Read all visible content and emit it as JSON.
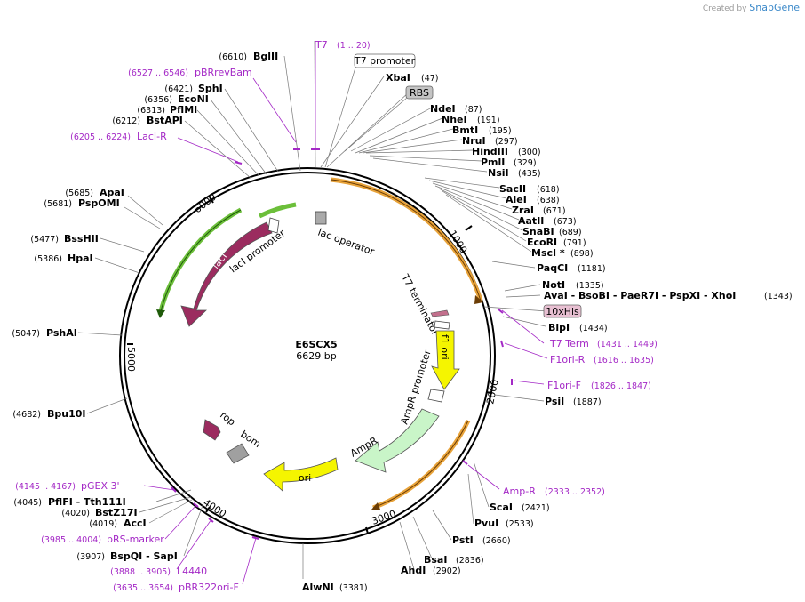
{
  "branding": {
    "created_by": "Created by",
    "product": "SnapGene"
  },
  "plasmid": {
    "name": "E6SCX5",
    "length_label": "6629 bp"
  },
  "ruler": [
    "1000",
    "2000",
    "3000",
    "4000",
    "5000",
    "6000"
  ],
  "features": [
    {
      "label": "lacI",
      "kind": "cds",
      "color": "#9b2c5f"
    },
    {
      "label": "lacI promoter",
      "kind": "promoter"
    },
    {
      "label": "lac operator",
      "kind": "operator"
    },
    {
      "label": "T7 terminator",
      "kind": "terminator"
    },
    {
      "label": "f1 ori",
      "kind": "origin",
      "color": "#f5f500"
    },
    {
      "label": "AmpR promoter",
      "kind": "promoter"
    },
    {
      "label": "AmpR",
      "kind": "cds",
      "color": "#c9f5c8"
    },
    {
      "label": "ori",
      "kind": "origin",
      "color": "#f5f500"
    },
    {
      "label": "rop",
      "kind": "cds",
      "color": "#9b2c5f"
    },
    {
      "label": "bom",
      "kind": "misc",
      "color": "#a0a0a0"
    }
  ],
  "boxed_labels": {
    "t7_promoter": "T7 promoter",
    "rbs": "RBS",
    "his_tag": "10xHis"
  },
  "sites_left": [
    {
      "name": "BglII",
      "pos": "(6610)"
    },
    {
      "name": "SphI",
      "pos": "(6421)"
    },
    {
      "name": "EcoNI",
      "pos": "(6356)"
    },
    {
      "name": "PflMI",
      "pos": "(6313)"
    },
    {
      "name": "BstAPI",
      "pos": "(6212)"
    },
    {
      "name": "ApaI",
      "pos": "(5685)"
    },
    {
      "name": "PspOMI",
      "pos": "(5681)"
    },
    {
      "name": "BssHII",
      "pos": "(5477)"
    },
    {
      "name": "HpaI",
      "pos": "(5386)"
    },
    {
      "name": "PshAI",
      "pos": "(5047)"
    },
    {
      "name": "Bpu10I",
      "pos": "(4682)"
    },
    {
      "name": "PflFI  - Tth111I",
      "pos": "(4045)"
    },
    {
      "name": "BstZ17I",
      "pos": "(4020)"
    },
    {
      "name": "AccI",
      "pos": "(4019)"
    },
    {
      "name": "BspQI  - SapI",
      "pos": "(3907)"
    }
  ],
  "sites_right": [
    {
      "name": "XbaI",
      "pos": "(47)"
    },
    {
      "name": "NdeI",
      "pos": "(87)"
    },
    {
      "name": "NheI",
      "pos": "(191)"
    },
    {
      "name": "BmtI",
      "pos": "(195)"
    },
    {
      "name": "NruI",
      "pos": "(297)"
    },
    {
      "name": "HindIII",
      "pos": "(300)"
    },
    {
      "name": "PmlI",
      "pos": "(329)"
    },
    {
      "name": "NsiI",
      "pos": "(435)"
    },
    {
      "name": "SacII",
      "pos": "(618)"
    },
    {
      "name": "AleI",
      "pos": "(638)"
    },
    {
      "name": "ZraI",
      "pos": "(671)"
    },
    {
      "name": "AatII",
      "pos": "(673)"
    },
    {
      "name": "SnaBI",
      "pos": "(689)"
    },
    {
      "name": "EcoRI",
      "pos": "(791)"
    },
    {
      "name": "MscI *",
      "pos": "(898)"
    },
    {
      "name": "PaqCI",
      "pos": "(1181)"
    },
    {
      "name": "NotI",
      "pos": "(1335)"
    },
    {
      "name": "AvaI  - BsoBI  - PaeR7I  - PspXI  - XhoI",
      "pos": "(1343)"
    },
    {
      "name": "BlpI",
      "pos": "(1434)"
    },
    {
      "name": "PsiI",
      "pos": "(1887)"
    },
    {
      "name": "ScaI",
      "pos": "(2421)"
    },
    {
      "name": "PvuI",
      "pos": "(2533)"
    },
    {
      "name": "PstI",
      "pos": "(2660)"
    },
    {
      "name": "BsaI",
      "pos": "(2836)"
    },
    {
      "name": "AhdI",
      "pos": "(2902)"
    },
    {
      "name": "AlwNI",
      "pos": "(3381)"
    }
  ],
  "primers": [
    {
      "name": "T7",
      "range": "(1 .. 20)"
    },
    {
      "name": "pBRrevBam",
      "range": "(6527 .. 6546)"
    },
    {
      "name": "LacI-R",
      "range": "(6205 .. 6224)"
    },
    {
      "name": "T7 Term",
      "range": "(1431 .. 1449)"
    },
    {
      "name": "F1ori-R",
      "range": "(1616 .. 1635)"
    },
    {
      "name": "F1ori-F",
      "range": "(1826 .. 1847)"
    },
    {
      "name": "Amp-R",
      "range": "(2333 .. 2352)"
    },
    {
      "name": "pGEX 3'",
      "range": "(4145 .. 4167)"
    },
    {
      "name": "pRS-marker",
      "range": "(3985 .. 4004)"
    },
    {
      "name": "L4440",
      "range": "(3888 .. 3905)"
    },
    {
      "name": "pBR322ori-F",
      "range": "(3635 .. 3654)"
    }
  ],
  "colors": {
    "backbone": "#000000",
    "primer": "#a429c6",
    "orange_arc": "#e8a33a",
    "green_arc": "#6cbf3a",
    "his_box": "#e8c0d2"
  }
}
